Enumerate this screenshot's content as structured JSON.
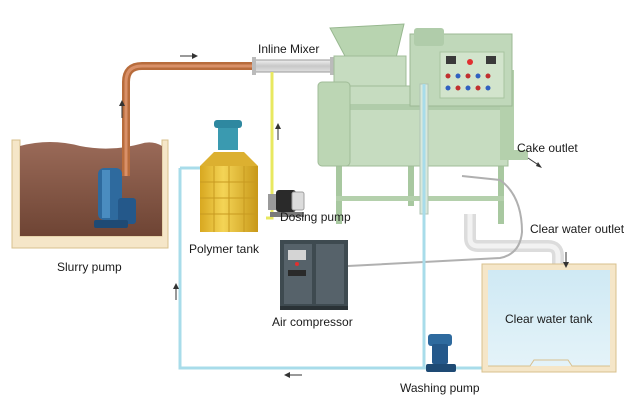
{
  "labels": {
    "inline_mixer": "Inline Mixer",
    "cake_outlet": "Cake outlet",
    "clear_water_outlet": "Clear water outlet",
    "slurry_pump": "Slurry pump",
    "dosing_pump": "Dosing pump",
    "polymer_tank": "Polymer tank",
    "air_compressor": "Air compressor",
    "clear_water_tank": "Clear water tank",
    "washing_pump": "Washing pump"
  },
  "colors": {
    "slurry_pipe": "#c8784a",
    "polymer_pipe": "#e8e860",
    "wash_pipe": "#a8dcea",
    "air_pipe": "#b0b0b0",
    "machine": "#c6dcc0",
    "machine_frame": "#a8c8a0",
    "polymer_tank": "#e8c438",
    "pump_blue": "#2e6a9e",
    "compressor": "#3e4a50",
    "water": "#d8eef6",
    "slurry": "#8a5a48"
  }
}
